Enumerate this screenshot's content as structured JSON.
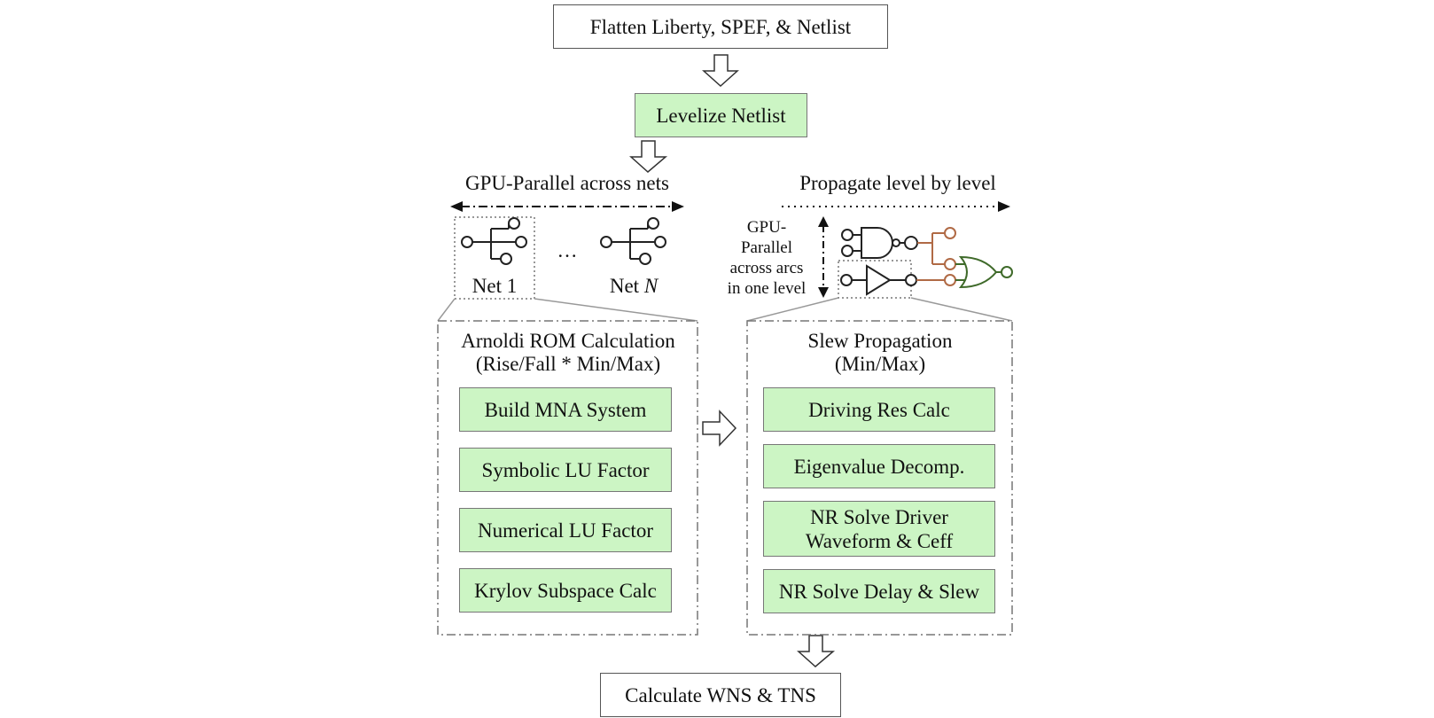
{
  "steps": {
    "flatten": "Flatten Liberty, SPEF, & Netlist",
    "levelize": "Levelize Netlist",
    "calculate": "Calculate WNS & TNS"
  },
  "left": {
    "header": "GPU-Parallel across nets",
    "net1": "Net 1",
    "netn_prefix": "Net ",
    "netn_var": "N",
    "ellipsis": "…",
    "panel_title_1": "Arnoldi ROM Calculation",
    "panel_title_2": "(Rise/Fall * Min/Max)",
    "tasks": [
      "Build MNA System",
      "Symbolic LU Factor",
      "Numerical LU Factor",
      "Krylov Subspace Calc"
    ]
  },
  "right": {
    "header": "Propagate level by level",
    "side_label": "GPU-\nParallel\nacross arcs\nin one level",
    "panel_title_1": "Slew Propagation",
    "panel_title_2": "(Min/Max)",
    "tasks": [
      "Driving Res Calc",
      "Eigenvalue Decomp.",
      "NR Solve Driver\nWaveform & Ceff",
      "NR Solve Delay & Slew"
    ]
  },
  "colors": {
    "task_fill": "#ccf5c4",
    "wire_orange": "#b06a45",
    "gate_green": "#3f6a2a"
  }
}
